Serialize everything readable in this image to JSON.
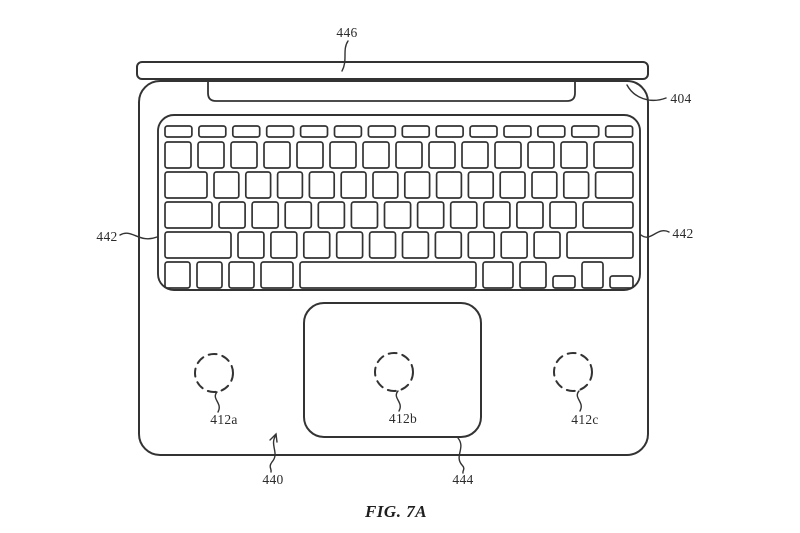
{
  "figure": {
    "caption": "FIG. 7A",
    "callouts": {
      "lid": "446",
      "hinge_corner": "404",
      "keyboard_left": "442",
      "keyboard_right": "442",
      "coil_a": "412a",
      "coil_b": "412b",
      "coil_c": "412c",
      "top_case": "440",
      "trackpad": "444"
    },
    "line_color": "#333333"
  }
}
